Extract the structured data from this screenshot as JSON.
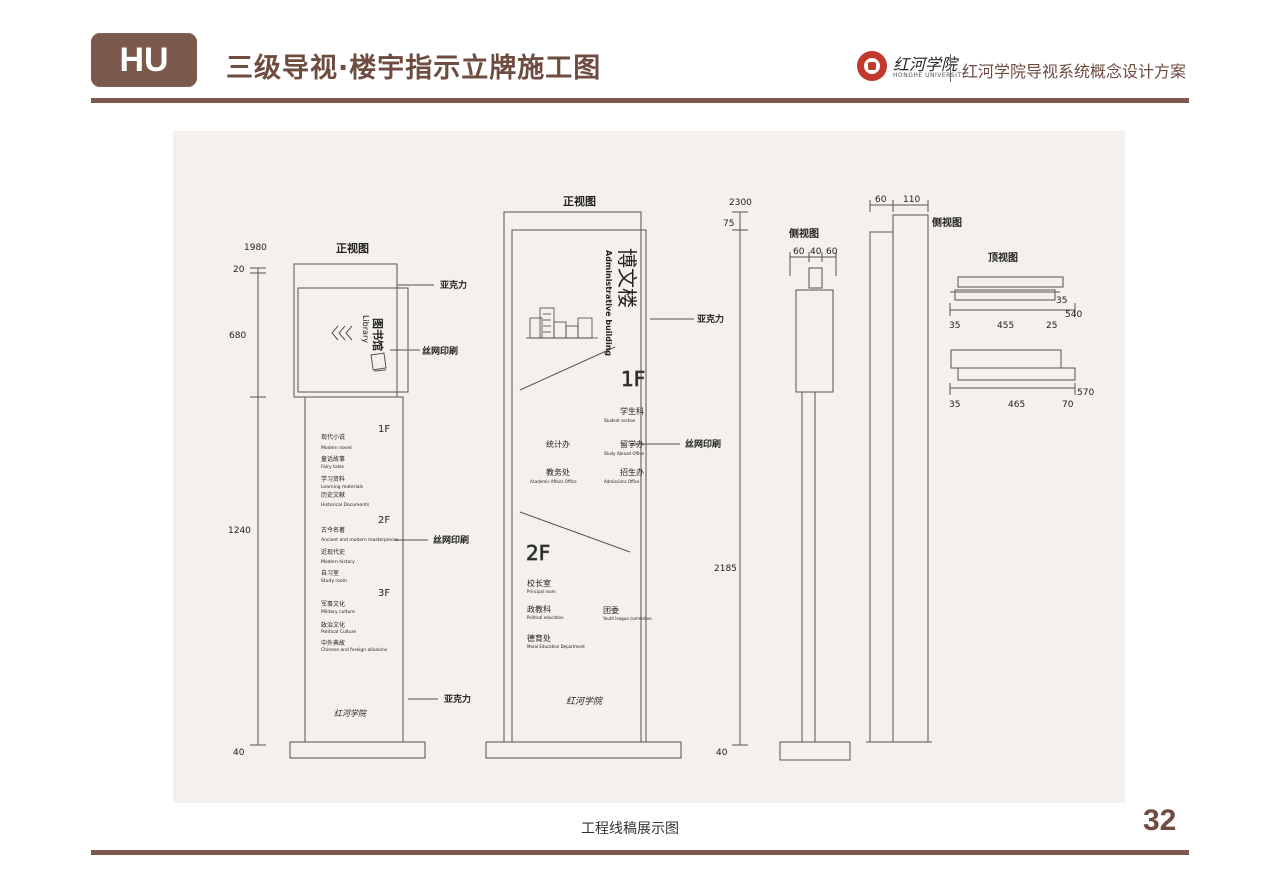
{
  "header": {
    "logo_text": "HU",
    "title": "三级导视·楼宇指示立牌施工图",
    "school_script": "红河学院",
    "school_en": "HONGHE UNIVERSITY",
    "project_title": "红河学院导视系统概念设计方案"
  },
  "drawing": {
    "view_front": "正视图",
    "view_side": "侧视图",
    "view_top": "顶视图",
    "label_acrylic": "亚克力",
    "label_silkscreen": "丝网印刷",
    "library": {
      "dim_total": "1980",
      "dim_top": "20",
      "dim_head": "680",
      "dim_body": "1240",
      "dim_base": "40",
      "name_cn": "图书馆",
      "name_en": "Library",
      "floor_1": "1F",
      "floor_2": "2F",
      "floor_3": "3F",
      "items": [
        {
          "cn": "现代小说",
          "en": "Modern novel"
        },
        {
          "cn": "童话故事",
          "en": "Fairy tales"
        },
        {
          "cn": "学习资料",
          "en": "Learning materials"
        },
        {
          "cn": "历史文献",
          "en": "Historical Documents"
        },
        {
          "cn": "古今名著",
          "en": "Ancient and modern masterpieces"
        },
        {
          "cn": "近现代史",
          "en": "Modern history"
        },
        {
          "cn": "自习室",
          "en": "Study room"
        },
        {
          "cn": "军事文化",
          "en": "Military culture"
        },
        {
          "cn": "政治文化",
          "en": "Political Culture"
        },
        {
          "cn": "中外典故",
          "en": "Chinese and foreign allusions"
        }
      ],
      "footer_script": "红河学院"
    },
    "admin": {
      "dim_total": "2300",
      "dim_top": "75",
      "dim_body": "2185",
      "dim_base": "40",
      "name_cn": "博文楼",
      "name_en": "Administrative building",
      "floor_1": "1F",
      "floor_2": "2F",
      "f1_items": [
        {
          "cn": "学生科",
          "en": "Student section"
        },
        {
          "cn": "统计办",
          "en": ""
        },
        {
          "cn": "留学办",
          "en": "Study Abroad Office"
        },
        {
          "cn": "教务处",
          "en": "Academic Affairs Office"
        },
        {
          "cn": "招生办",
          "en": "Admissions Office"
        }
      ],
      "f2_items": [
        {
          "cn": "校长室",
          "en": "Principal room"
        },
        {
          "cn": "政教科",
          "en": "Political education"
        },
        {
          "cn": "团委",
          "en": "Youth league committee"
        },
        {
          "cn": "德育处",
          "en": "Moral Education Department"
        }
      ],
      "footer_script": "红河学院"
    },
    "side_dims": {
      "a": "60",
      "b": "40",
      "c": "60",
      "d": "60",
      "e": "110"
    },
    "top_view": {
      "r1_right": "35",
      "r1_left": "35",
      "r1_mid": "455",
      "r1_r": "25",
      "r1_total": "540",
      "r2_left": "35",
      "r2_mid": "465",
      "r2_r": "70",
      "r2_total": "570"
    }
  },
  "footer": {
    "caption": "工程线稿展示图",
    "page_number": "32"
  }
}
